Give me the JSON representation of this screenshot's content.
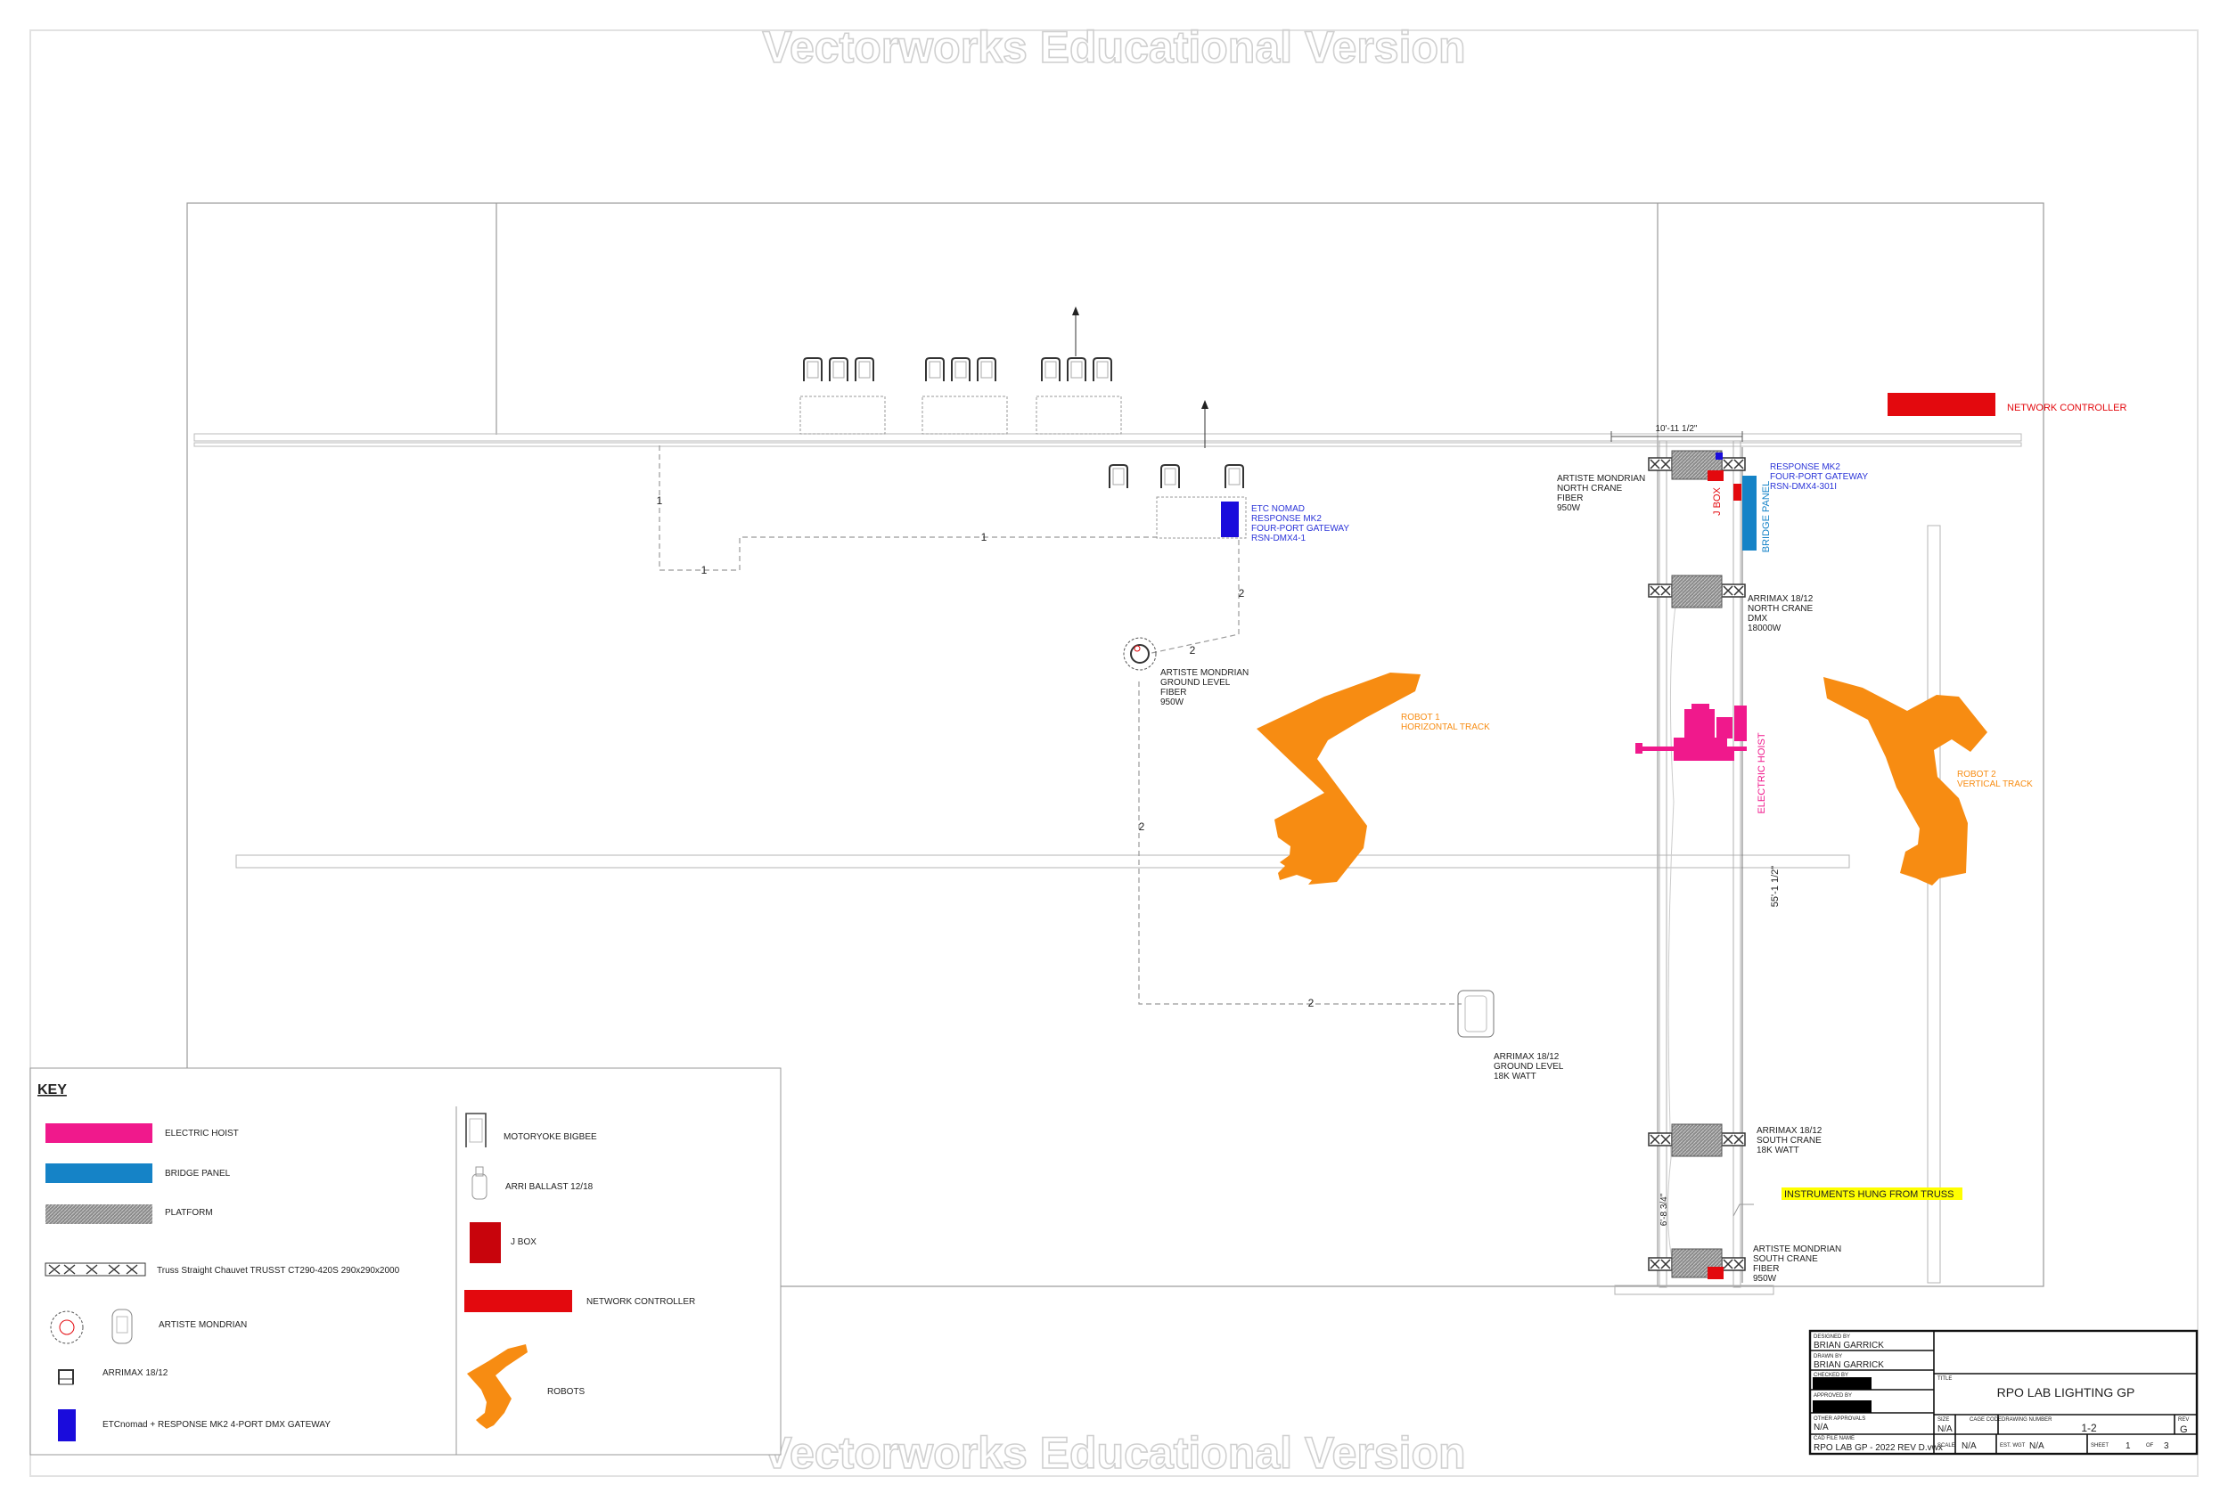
{
  "watermark": "Vectorworks Educational Version",
  "dimensions": {
    "top_width": "10'-11 1/2\"",
    "height_right": "55'-1 1/2\"",
    "low_segment": "6'-8 3/4\""
  },
  "run_labels": {
    "one": "1",
    "two": "2"
  },
  "annotations": {
    "network_controller": "NETWORK CONTROLLER",
    "response_right": [
      "RESPONSE MK2",
      "FOUR-PORT GATEWAY",
      "RSN-DMX4-301I"
    ],
    "response_center": [
      "ETC NOMAD",
      "RESPONSE MK2",
      "FOUR-PORT GATEWAY",
      "RSN-DMX4-1"
    ],
    "mondrian_north": [
      "ARTISTE MONDRIAN",
      "NORTH CRANE",
      "FIBER",
      "950W"
    ],
    "mondrian_ground": [
      "ARTISTE MONDRIAN",
      "GROUND LEVEL",
      "FIBER",
      "950W"
    ],
    "mondrian_south": [
      "ARTISTE MONDRIAN",
      "SOUTH CRANE",
      "FIBER",
      "950W"
    ],
    "arrimax_north": [
      "ARRIMAX 18/12",
      "NORTH CRANE",
      "DMX",
      "18000W"
    ],
    "arrimax_ground": [
      "ARRIMAX 18/12",
      "GROUND LEVEL",
      "18K WATT"
    ],
    "arrimax_south": [
      "ARRIMAX 18/12",
      "SOUTH CRANE",
      "18K WATT"
    ],
    "robot1": [
      "ROBOT 1",
      "HORIZONTAL TRACK"
    ],
    "robot2": [
      "ROBOT 2",
      "VERTICAL TRACK"
    ],
    "jbox": "J BOX",
    "bridge_panel": "BRIDGE PANEL",
    "electric_hoist": "ELECTRIC HOIST",
    "instruments_hung": "INSTRUMENTS HUNG FROM TRUSS"
  },
  "key": {
    "title": "KEY",
    "items": {
      "electric_hoist": "ELECTRIC HOIST",
      "bridge_panel": "BRIDGE PANEL",
      "platform": "PLATFORM",
      "truss": "Truss Straight Chauvet TRUSST CT290-420S 290x290x2000",
      "artiste_mondrian": "ARTISTE MONDRIAN",
      "arrimax": "ARRIMAX 18/12",
      "etc_gateway": "ETCnomad + RESPONSE MK2 4-PORT DMX GATEWAY",
      "motoryoke": "MOTORYOKE BIGBEE",
      "arri_ballast": "ARRI BALLAST 12/18",
      "jbox": "J BOX",
      "network_controller": "NETWORK CONTROLLER",
      "robots": "ROBOTS"
    }
  },
  "title_block": {
    "designed_by_label": "DESIGNED BY",
    "designed_by": "BRIAN GARRICK",
    "drawn_by_label": "DRAWN BY",
    "drawn_by": "BRIAN GARRICK",
    "checked_by_label": "CHECKED BY",
    "approved_by_label": "APPROVED BY",
    "other_approvals_label": "OTHER APPROVALS",
    "other_approvals": "N/A",
    "cad_file_label": "CAD FILE NAME",
    "cad_file": "RPO LAB GP - 2022 REV D.vwx",
    "title_label": "TITLE",
    "title": "RPO LAB LIGHTING GP",
    "size_label": "SIZE",
    "size": "N/A",
    "cage_code_label": "CAGE CODE",
    "drawing_number_label": "DRAWING NUMBER",
    "drawing_number": "1-2",
    "rev_label": "REV",
    "rev": "G",
    "scale_label": "SCALE",
    "scale": "N/A",
    "est_wgt_label": "EST. WGT",
    "est_wgt": "N/A",
    "sheet_label": "SHEET",
    "sheet": "1",
    "of_label": "OF",
    "of": "3"
  },
  "colors": {
    "hoist": "#f0198c",
    "bridge": "#1583c7",
    "robot": "#f78c12",
    "red": "#e3090e",
    "dark_red": "#c8040c",
    "gateway": "#1a0cdc",
    "highlight": "#ffff00",
    "blue_text": "#2b34d8"
  }
}
